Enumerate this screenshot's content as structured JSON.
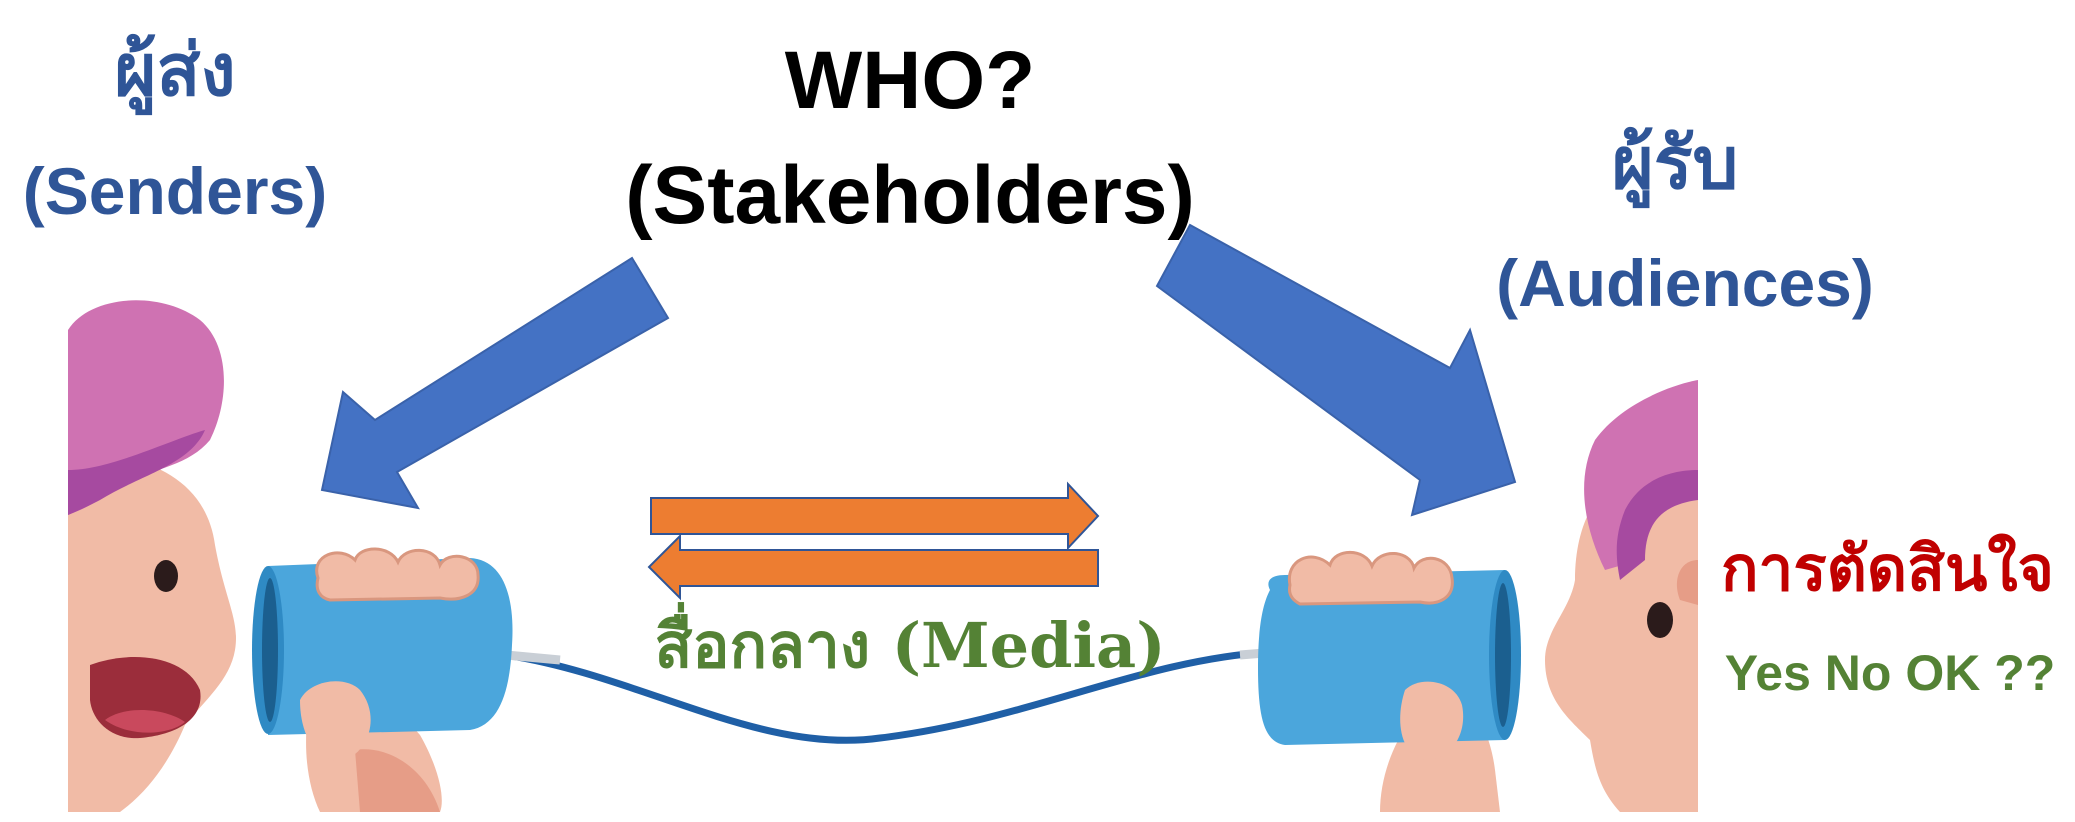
{
  "title": {
    "line1": "WHO?",
    "line2": "(Stakeholders)"
  },
  "sender": {
    "thai": "ผู้ส่ง",
    "english": "(Senders)"
  },
  "receiver": {
    "thai": "ผู้รับ",
    "english": "(Audiences)"
  },
  "media": {
    "label": "สื่อกลาง (Media)"
  },
  "decision": {
    "thai": "การตัดสินใจ",
    "options": "Yes No OK ??"
  },
  "colors": {
    "blue_text": "#2f5597",
    "blue_arrow": "#4472c4",
    "orange_arrow": "#ed7d31",
    "green_text": "#548235",
    "red_text": "#c00000",
    "hair": "#cf72b2",
    "hair_dark": "#a64aa0",
    "skin": "#f1bba6",
    "can": "#4ba6dc",
    "string": "#1f5fa6"
  }
}
